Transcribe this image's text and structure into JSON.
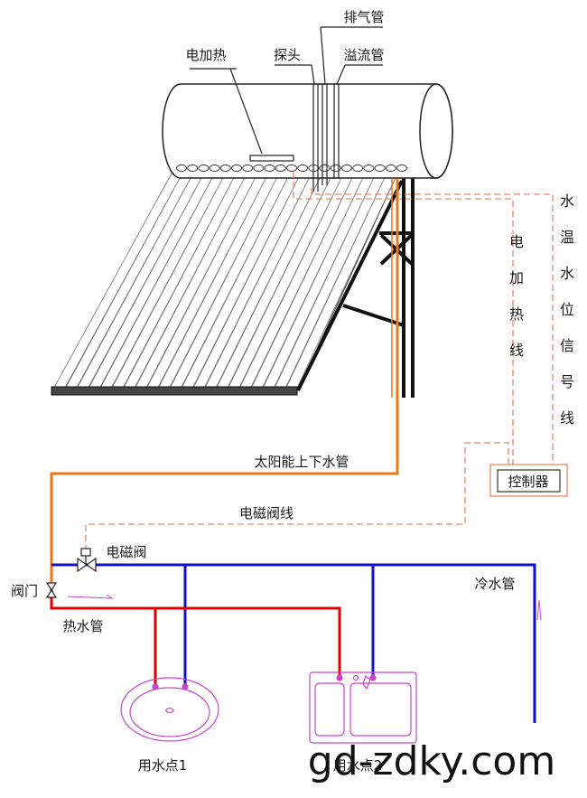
{
  "labels": {
    "electric_heater": "电加热",
    "probe": "探头",
    "vent_pipe": "排气管",
    "overflow_pipe": "溢流管",
    "solar_pipe": "太阳能上下水管",
    "solenoid_wire": "电磁阀线",
    "solenoid_valve": "电磁阀",
    "valve": "阀门",
    "hot_pipe": "热水管",
    "cold_pipe": "冷水管",
    "controller": "控制器",
    "point1": "用水点1",
    "point2": "用水点2",
    "heating_wire": [
      "电",
      "加",
      "热",
      "线"
    ],
    "signal_wire": [
      "水",
      "温",
      "水",
      "位",
      "信",
      "号",
      "线"
    ]
  },
  "watermark": "gd-zdky.com",
  "colors": {
    "solar_pipe": "#e87a1e",
    "hot_pipe": "#e00000",
    "cold_pipe": "#1010cc",
    "signal_wire": "#e8886a",
    "fixture": "#cc44cc"
  }
}
